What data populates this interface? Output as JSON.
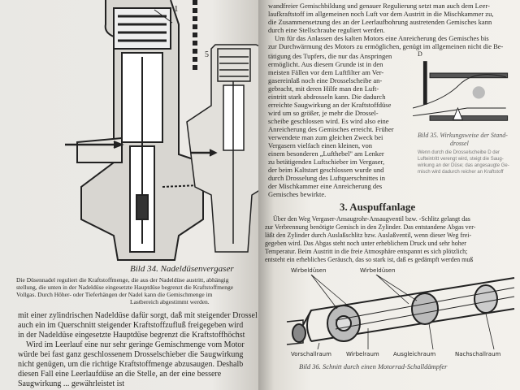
{
  "left_page": {
    "figure_34": {
      "label_1": "1",
      "label_5": "5",
      "caption": "Bild 34. Nadeldüsenvergaser",
      "description_lines": [
        "Die Düsennadel reguliert die Kraftstoffmenge, die aus der Nadeldüse austritt, abhängig",
        "stellung, die unten in der Nadeldüse eingesetzte Hauptdüse begrenzt die Kraftstoffmenge",
        "Vollgas. Durch Höher- oder Tieferhängen der Nadel kann die Gemischmenge im",
        "Lastbereich abgestimmt werden."
      ]
    },
    "body_lines": [
      "mit einer zylindrischen Nadeldüse dafür sorgt, daß mit steigender Drossel",
      "auch ein im Querschnitt steigender Kraftstoffzufluß freigegeben wird",
      "in der Nadeldüse eingesetzte Hauptdüse begrenzt die Kraftstoffhöchst",
      "Wird im Leerlauf eine nur sehr geringe Gemischmenge vom Motor",
      "würde bei fast ganz geschlossenem Drosselschieber die Saugwirkung",
      "nicht genügen, um die richtige Kraftstoffmenge abzusaugen. Deshalb",
      "diesen Fall eine Leerlaufdüse an die Stelle, an der eine bessere",
      "Saugwirkung ... gewährleistet ist"
    ]
  },
  "right_page": {
    "top_lines": [
      "wandfreier Gemischbildung und genauer Regulierung setzt man auch dem Leer-",
      "laufkraftstoff im allgemeinen noch Luft vor dem Austritt in die Mischkammer zu,",
      "die Zusammensetzung des an der Leerlaufbohrung austretenden Gemisches kann",
      "durch eine Stellschraube reguliert werden.",
      "Um für das Anlassen des kalten Motors eine Anreicherung des Gemisches bis",
      "zur Durchwärmung des Motors zu ermöglichen, genügt im allgemeinen nicht die Be-"
    ],
    "column_lines": [
      "tätigung des Tupfers, die nur das Anspringen",
      "ermöglicht. Aus diesem Grunde ist in den",
      "meisten Fällen vor dem Luftfilter am Ver-",
      "gasereinlaß noch eine Drosselscheibe an-",
      "gebracht, mit deren Hilfe man den Luft-",
      "eintritt stark abdrosseln kann. Die dadurch",
      "erreichte Saugwirkung an der Kraftstoffdüse",
      "wird um so größer, je mehr die Drossel-",
      "scheibe geschlossen wird. Es wird also eine",
      "Anreicherung des Gemisches erreicht. Früher",
      "verwendete man zum gleichen Zweck bei",
      "Vergasern vielfach einen kleinen, von",
      "einem besonderen „Lufthebel\" am Lenker",
      "zu betätigenden Luftschieber im Vergaser,",
      "der beim Kaltstart geschlossen wurde und",
      "durch Drosselung des Luftquerschnittes in",
      "der Mischkammer eine Anreicherung des",
      "Gemisches bewirkte."
    ],
    "figure_35": {
      "label_d": "D",
      "caption": "Bild 35. Wirkungsweise der Stand-",
      "caption_2": "drossel",
      "description_lines": [
        "Wenn durch die Drosselscheibe D der",
        "Lufteintritt verengt wird, steigt die Saug-",
        "wirkung an der Düse; das angesaugte Ge-",
        "misch wird dadurch reicher an Kraftstoff"
      ]
    },
    "section_heading": "3. Auspuffanlage",
    "section_lines": [
      "Über den Weg Vergaser-Ansaugrohr-Ansaugventil bzw. -Schlitz gelangt das",
      "zur Verbrennung benötigte Gemisch in den Zylinder. Das entstandene Abgas ver-",
      "läßt den Zylinder durch Auslaßschlitz bzw. Auslaßventil, wenn dieser Weg frei-",
      "gegeben wird. Das Abgas steht noch unter erheblichem Druck und sehr hoher",
      "Temperatur. Beim Austritt in die freie Atmosphäre entspannt es sich plötzlich;",
      "entsteht ein erhebliches Geräusch, das so stark ist, daß es gedämpft werden muß"
    ],
    "figure_36": {
      "labels": [
        "Wirbeldüsen",
        "Wirbeldüsen",
        "Vorschallraum",
        "Wirbelraum",
        "Ausgleichraum",
        "Nachschallraum"
      ],
      "caption": "Bild 36. Schnitt durch einen Motorrad-Schalldämpfer"
    }
  }
}
